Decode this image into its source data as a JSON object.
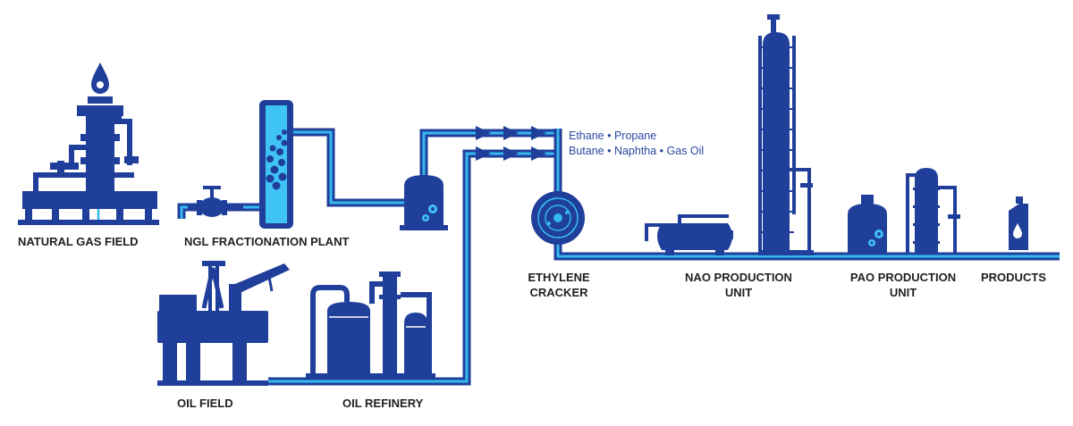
{
  "labels": {
    "natural_gas_field": "NATURAL GAS FIELD",
    "ngl_plant": "NGL FRACTIONATION PLANT",
    "oil_field": "OIL FIELD",
    "oil_refinery": "OIL REFINERY",
    "ethylene_cracker_line1": "ETHYLENE",
    "ethylene_cracker_line2": "CRACKER",
    "nao_line1": "NAO PRODUCTION",
    "nao_line2": "UNIT",
    "pao_line1": "PAO PRODUCTION",
    "pao_line2": "UNIT",
    "products": "PRODUCTS"
  },
  "feedstocks": {
    "line1": "Ethane • Propane",
    "line2": "Butane • Naphtha • Gas Oil"
  },
  "colors": {
    "equipment": "#1f3f9a",
    "pipe_outer": "#1f3f9a",
    "pipe_inner": "#35b8f0",
    "label_text": "#1f1f1f",
    "feed_text": "#2a4aa0"
  }
}
